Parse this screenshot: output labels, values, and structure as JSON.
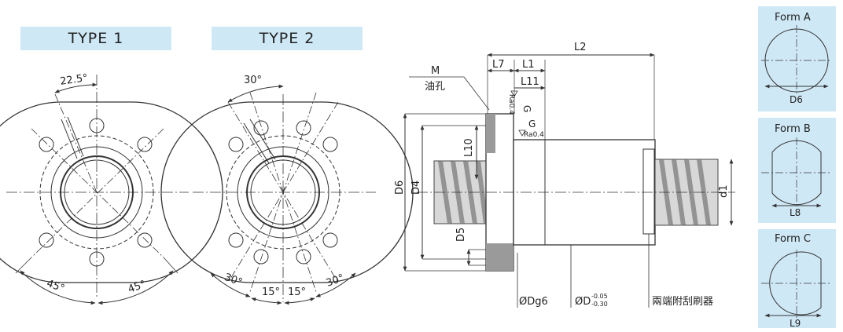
{
  "type_headers": {
    "type1": "TYPE 1",
    "type2": "TYPE 2"
  },
  "type1": {
    "angle_top": "22.5°",
    "angle_left": "45°",
    "angle_right": "45°"
  },
  "type2": {
    "angle_top": "30°",
    "angle_left": "30°",
    "angle_center_left": "15°",
    "angle_center_right": "15°",
    "angle_right": "30°"
  },
  "side_view": {
    "M": "M",
    "oil_hole": "油孔",
    "L7": "L7",
    "L1": "L1",
    "L2": "L2",
    "L11": "L11",
    "L10": "L10",
    "G1": "G",
    "G2": "G",
    "Ra1": "Ra0.4",
    "Ra2": "Ra0.4",
    "D6": "D6",
    "D4": "D4",
    "D5": "D5",
    "d1": "d1",
    "Dg6": "ØDg6",
    "D_prefix": "ØD",
    "D_tol_upper": "-0.05",
    "D_tol_lower": "-0.30",
    "wiper_note": "兩端附刮刷器"
  },
  "forms": [
    {
      "title": "Form A",
      "dim": "D6"
    },
    {
      "title": "Form B",
      "dim": "L8"
    },
    {
      "title": "Form C",
      "dim": "L9"
    }
  ]
}
